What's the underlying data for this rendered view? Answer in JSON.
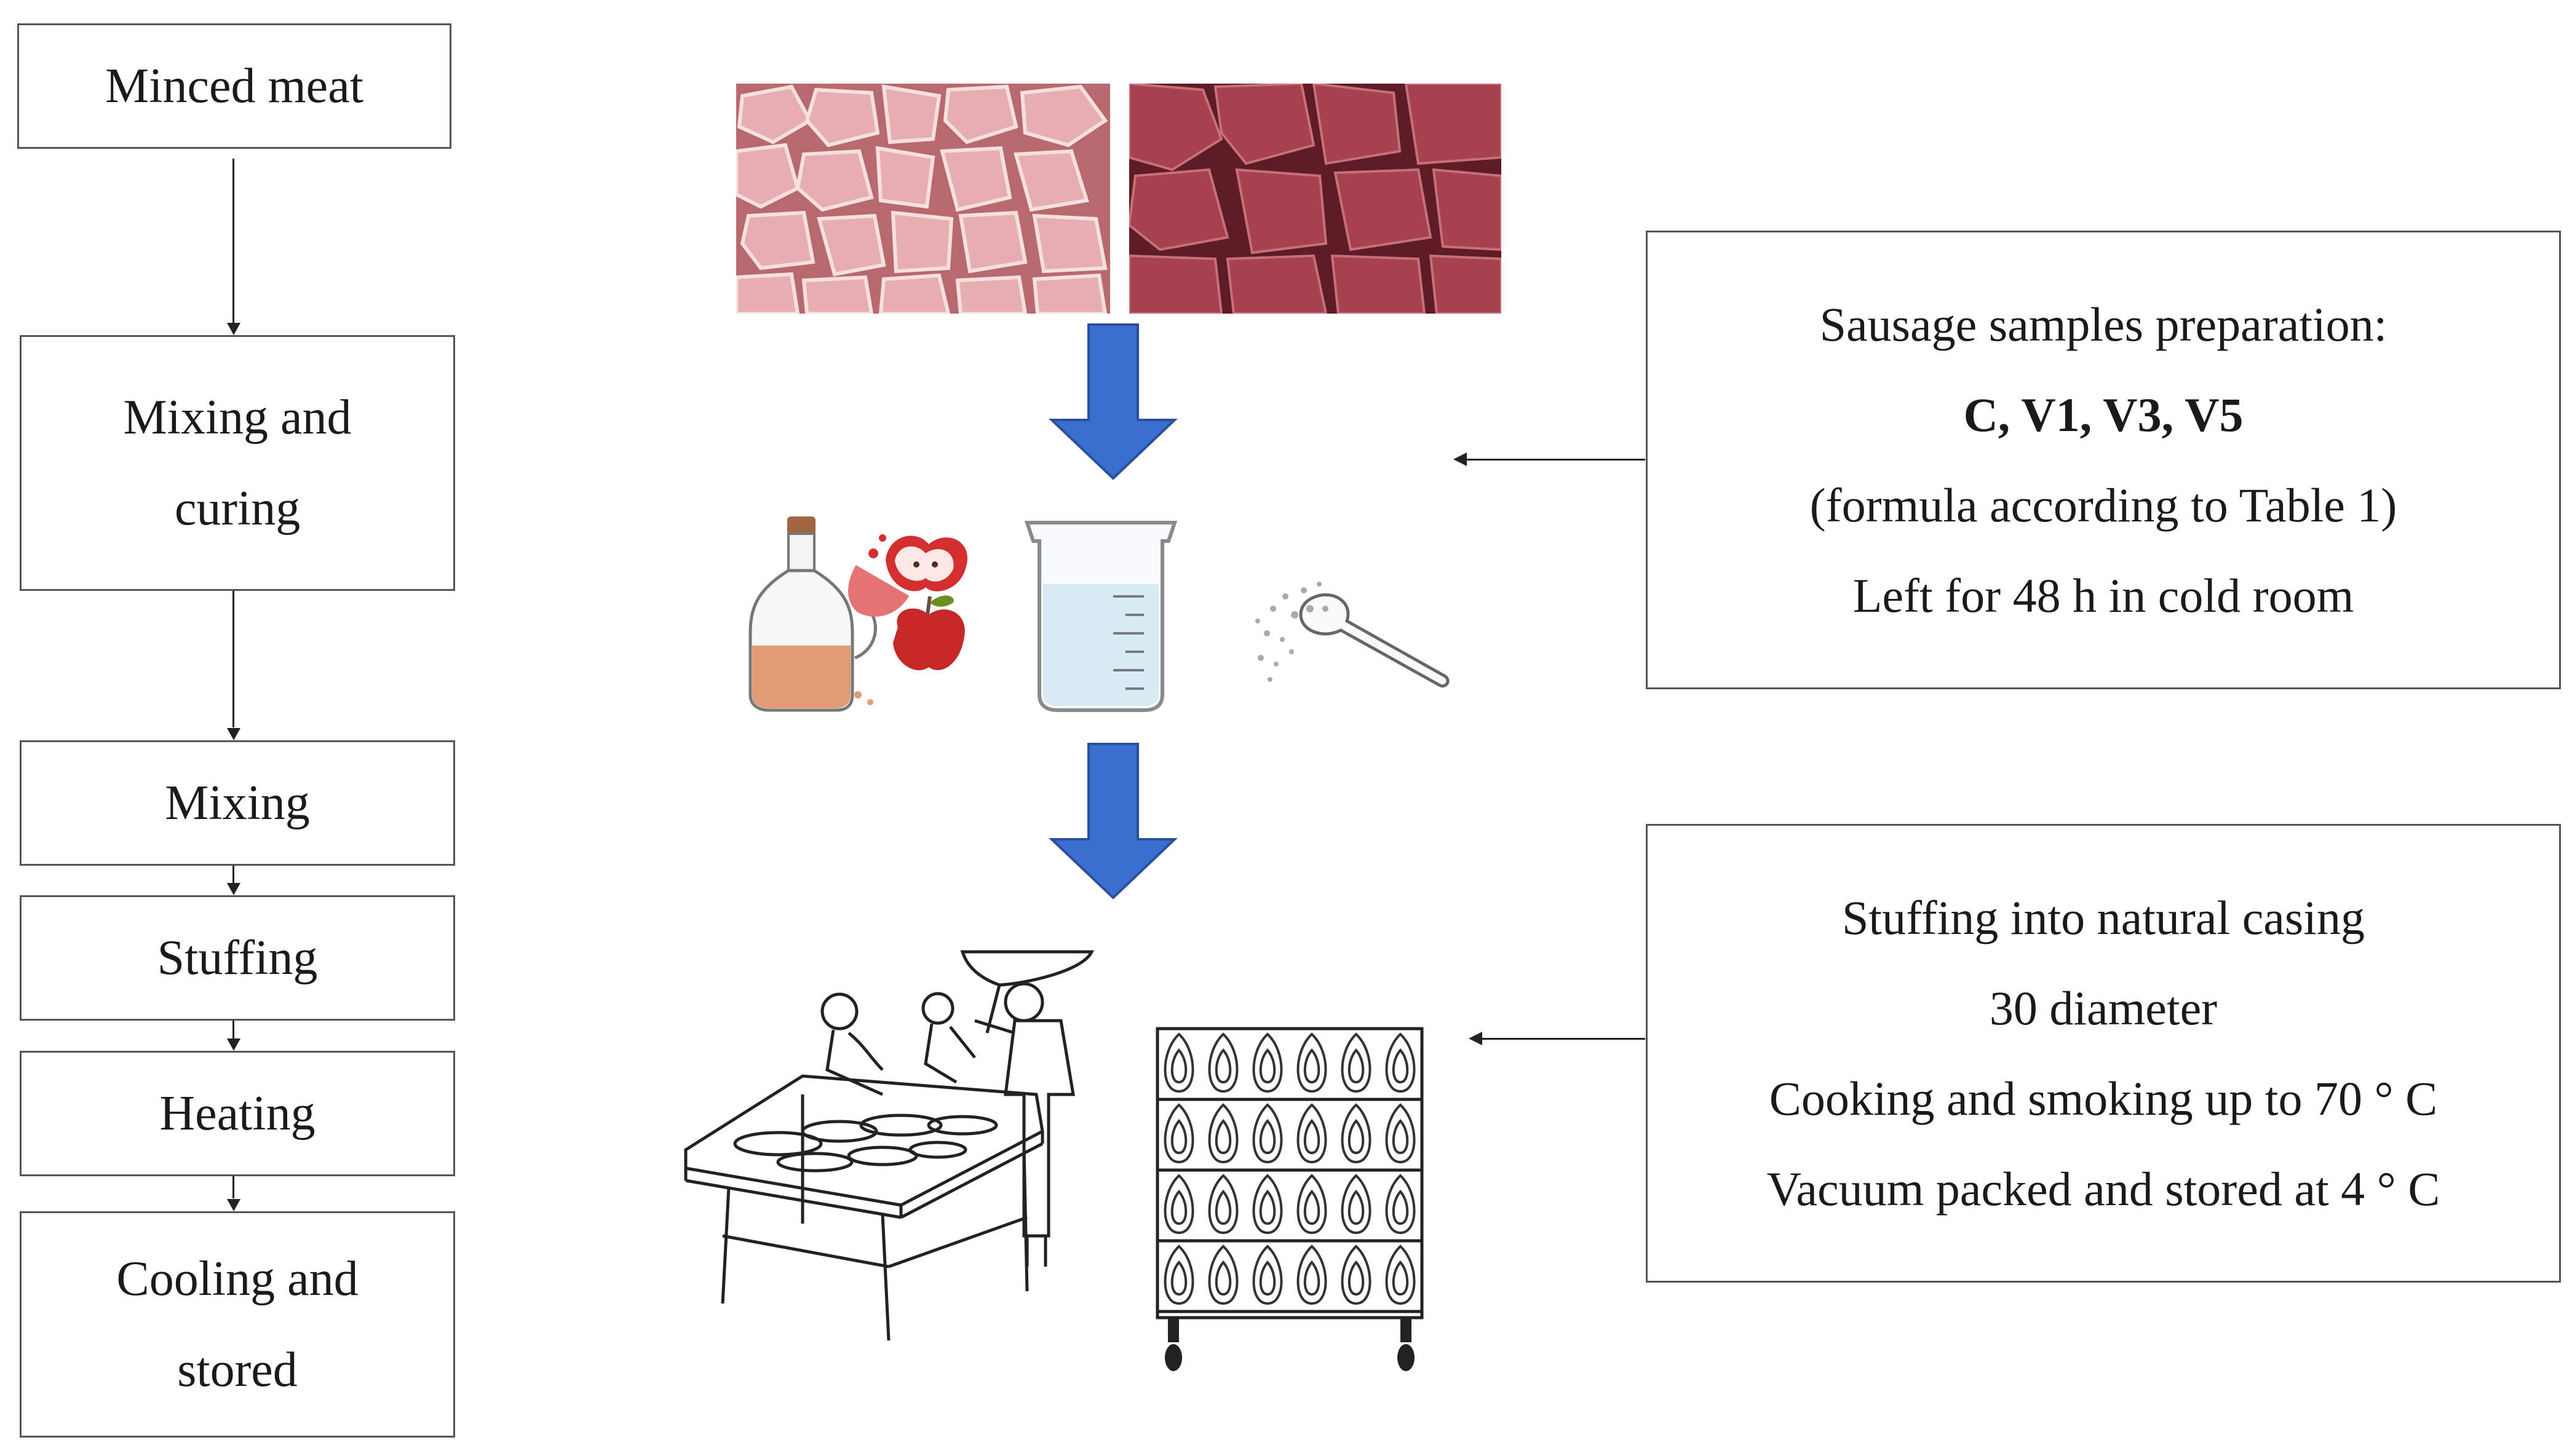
{
  "steps": [
    "Minced meat",
    "Mixing and curing",
    "Mixing",
    "Stuffing",
    "Heating",
    "Cooling and stored"
  ],
  "notes": {
    "preparation": {
      "title": "Sausage samples preparation:",
      "samples": "C, V1, V3, V5",
      "formula": "(formula according to Table 1)",
      "storage": "Left for 48 h in cold room"
    },
    "processing": {
      "line1": "Stuffing into natural casing",
      "line2": "30 diameter",
      "line3": "Cooking and smoking up to 70 ° C",
      "line4": "Vacuum packed and stored at 4 ° C"
    }
  },
  "colors": {
    "flow_arrow": "#3a6ecf",
    "pork": "#e2a3a6",
    "beef": "#9b3442",
    "apple": "#d32f2f",
    "vinegar": "#e39b73"
  },
  "icons": [
    "pork-meat-photo",
    "beef-meat-photo",
    "apple-vinegar-icon",
    "water-beaker-icon",
    "salt-spoon-icon",
    "workers-table-icon",
    "smoking-rack-icon"
  ]
}
